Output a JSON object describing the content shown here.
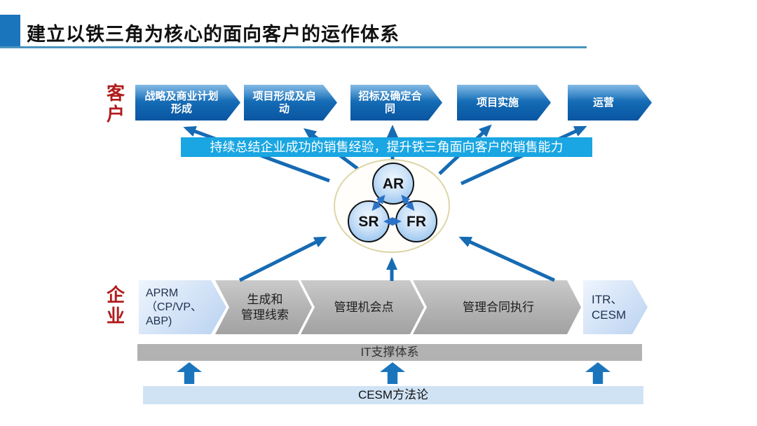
{
  "title": "建立以铁三角为核心的面向客户的运作体系",
  "side_labels": {
    "customer": "客\n户",
    "enterprise": "企\n业"
  },
  "customer_flow": {
    "steps": [
      {
        "label": "战略及商业计划\n形成"
      },
      {
        "label": "项目形成及启\n动"
      },
      {
        "label": "招标及确定合\n同"
      },
      {
        "label": "项目实施"
      },
      {
        "label": "运营"
      }
    ]
  },
  "banner": {
    "text": "持续总结企业成功的销售经验，提升铁三角面向客户的销售能力"
  },
  "iron_triangle": {
    "top": "AR",
    "left": "SR",
    "right": "FR"
  },
  "enterprise_flow": {
    "steps": [
      {
        "label": "APRM\n（CP/VP、\nABP)"
      },
      {
        "label": "生成和\n管理线索"
      },
      {
        "label": "管理机会点"
      },
      {
        "label": "管理合同执行"
      },
      {
        "label": "ITR、\nCESM"
      }
    ]
  },
  "platforms": {
    "it_bar": "IT支撑体系",
    "cesm_bar": "CESM方法论"
  },
  "colors": {
    "accent_blue": "#1b75bc",
    "chevron_blue_dark": "#0a55a2",
    "banner_cyan": "#19a6e2",
    "label_red": "#b01c1c",
    "gray_chevron": "#b4b4b4",
    "light_blue_chevron": "#cfe0f6",
    "cesm_bar_bg": "#d0e3f5",
    "circle_fill": "#cfe4f8"
  }
}
